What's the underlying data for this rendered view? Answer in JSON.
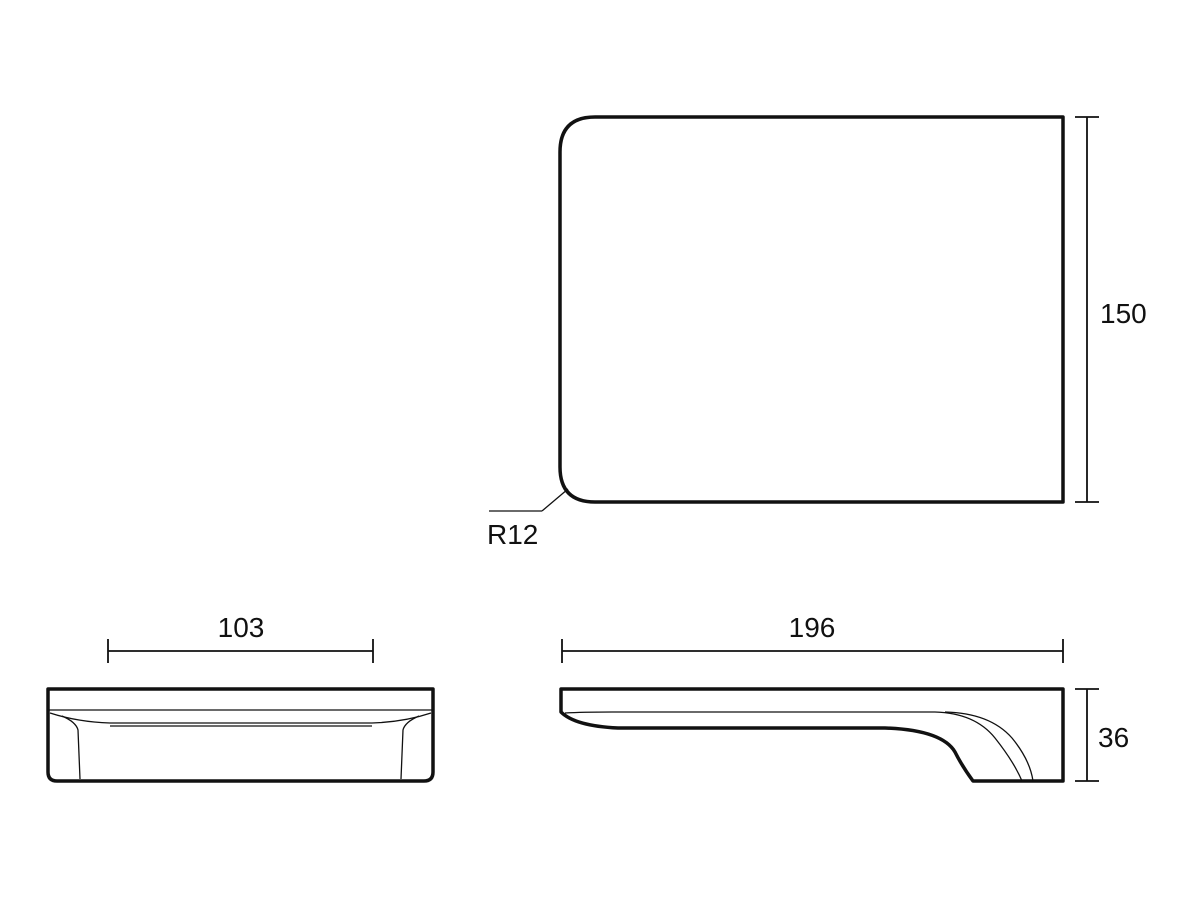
{
  "drawing": {
    "top_view": {
      "height_dimension": "150",
      "corner_radius_label": "R12"
    },
    "front_view": {
      "width_dimension": "103"
    },
    "side_view": {
      "length_dimension": "196",
      "height_dimension": "36"
    },
    "line_color": "#111111",
    "background_color": "#ffffff"
  }
}
